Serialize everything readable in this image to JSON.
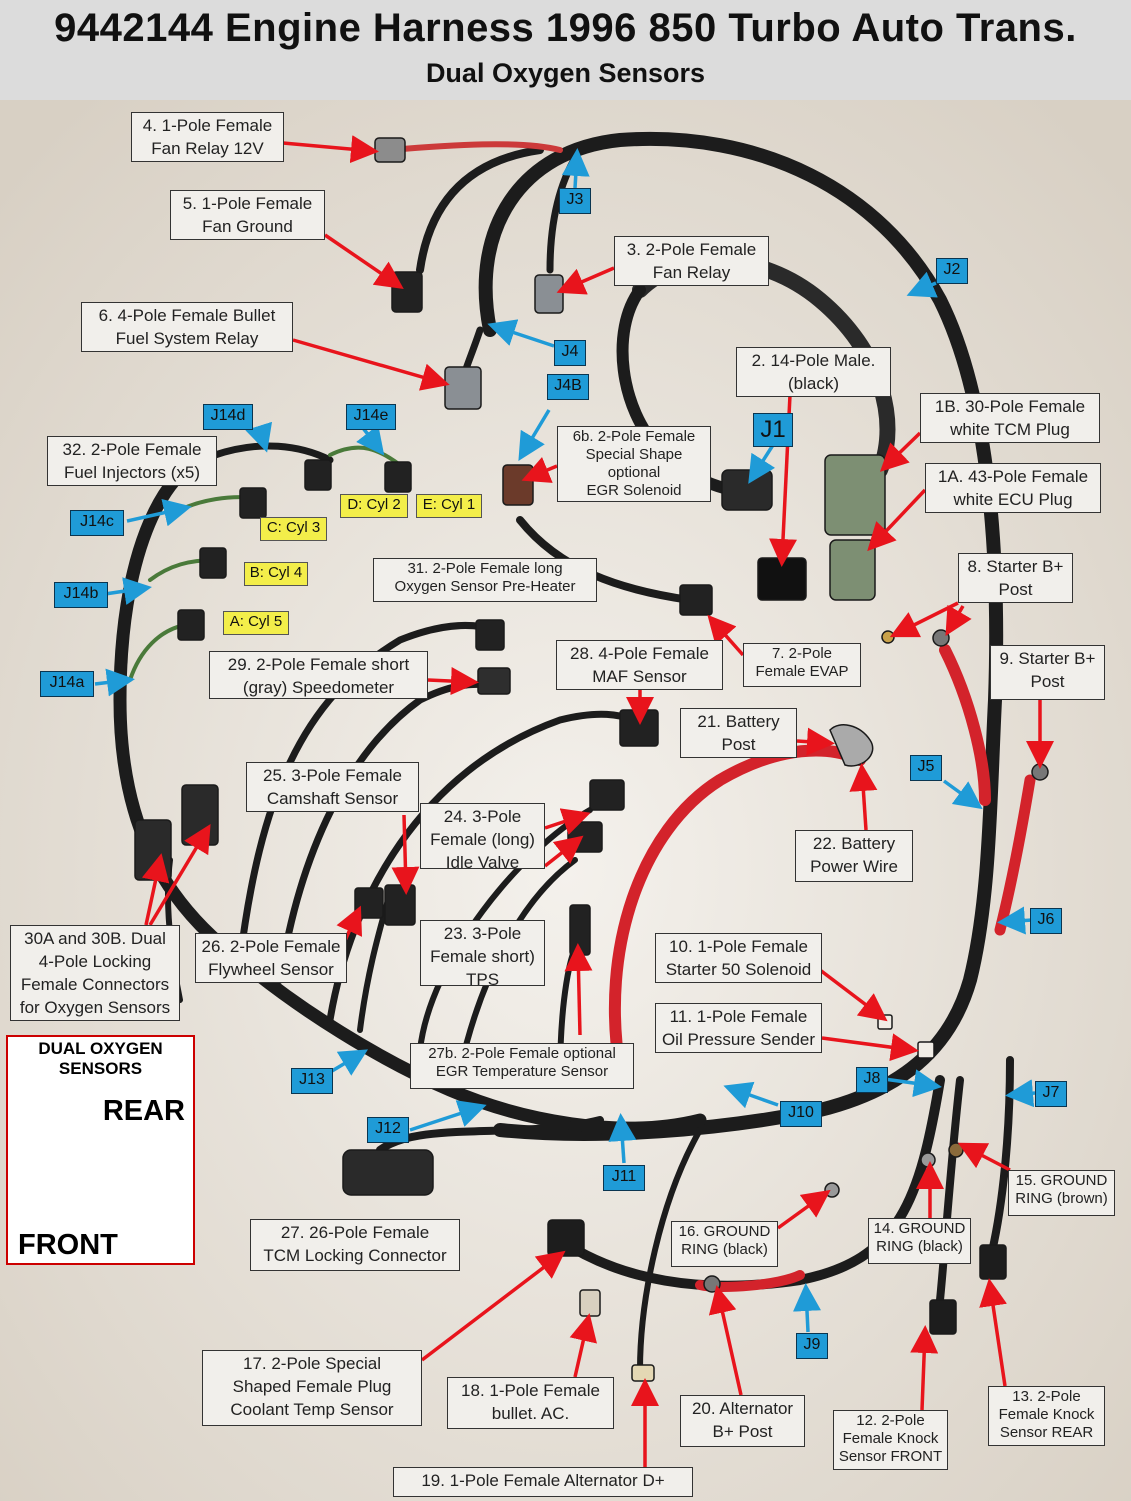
{
  "header": {
    "title": "9442144 Engine Harness 1996 850 Turbo Auto Trans.",
    "subtitle": "Dual Oxygen Sensors"
  },
  "colors": {
    "arrow": "#e8141c",
    "junction_tag": "#1f9bd7",
    "cylinder_tag": "#f3ee4a",
    "harness": "#1c1c1c"
  },
  "labels": [
    {
      "id": "4",
      "text": "4. 1-Pole Female\nFan Relay 12V"
    },
    {
      "id": "5",
      "text": "5. 1-Pole Female\nFan Ground"
    },
    {
      "id": "3",
      "text": "3. 2-Pole Female\nFan Relay"
    },
    {
      "id": "6",
      "text": "6. 4-Pole Female Bullet\nFuel System Relay"
    },
    {
      "id": "2",
      "text": "2. 14-Pole Male.\n(black)"
    },
    {
      "id": "1b",
      "text": "1B. 30-Pole Female\nwhite TCM Plug"
    },
    {
      "id": "1a",
      "text": "1A. 43-Pole Female\nwhite ECU Plug"
    },
    {
      "id": "6b",
      "text": "6b. 2-Pole Female\nSpecial Shape\noptional\nEGR Solenoid"
    },
    {
      "id": "32",
      "text": "32. 2-Pole Female\nFuel Injectors (x5)"
    },
    {
      "id": "31",
      "text": "31. 2-Pole Female long\nOxygen Sensor Pre-Heater"
    },
    {
      "id": "8",
      "text": "8. Starter B+\nPost"
    },
    {
      "id": "9",
      "text": "9. Starter B+\nPost"
    },
    {
      "id": "7",
      "text": "7. 2-Pole\nFemale EVAP"
    },
    {
      "id": "28",
      "text": "28. 4-Pole Female\nMAF Sensor"
    },
    {
      "id": "29",
      "text": "29. 2-Pole Female short\n(gray) Speedometer"
    },
    {
      "id": "21",
      "text": "21. Battery\nPost"
    },
    {
      "id": "25",
      "text": "25. 3-Pole Female\nCamshaft Sensor"
    },
    {
      "id": "24",
      "text": "24. 3-Pole\nFemale (long)\nIdle Valve"
    },
    {
      "id": "22",
      "text": "22. Battery\nPower Wire"
    },
    {
      "id": "30",
      "text": "30A and 30B. Dual\n4-Pole Locking\nFemale Connectors\nfor Oxygen Sensors"
    },
    {
      "id": "26",
      "text": "26. 2-Pole Female\nFlywheel Sensor"
    },
    {
      "id": "23",
      "text": "23. 3-Pole\nFemale short)\nTPS"
    },
    {
      "id": "10",
      "text": "10. 1-Pole Female\nStarter 50 Solenoid"
    },
    {
      "id": "11",
      "text": "11. 1-Pole Female\nOil Pressure Sender"
    },
    {
      "id": "27b",
      "text": "27b. 2-Pole Female optional\nEGR Temperature Sensor"
    },
    {
      "id": "15",
      "text": "15. GROUND\nRING (brown)"
    },
    {
      "id": "16",
      "text": "16. GROUND\nRING (black)"
    },
    {
      "id": "14",
      "text": "14. GROUND\nRING (black)"
    },
    {
      "id": "27",
      "text": "27. 26-Pole Female\nTCM Locking Connector"
    },
    {
      "id": "17",
      "text": "17. 2-Pole Special\nShaped Female Plug\nCoolant Temp Sensor"
    },
    {
      "id": "18",
      "text": "18. 1-Pole Female\nbullet. AC."
    },
    {
      "id": "20",
      "text": "20. Alternator\nB+ Post"
    },
    {
      "id": "12",
      "text": "12. 2-Pole\nFemale Knock\nSensor FRONT"
    },
    {
      "id": "13",
      "text": "13. 2-Pole\nFemale Knock\nSensor REAR"
    },
    {
      "id": "19",
      "text": "19. 1-Pole Female Alternator D+"
    }
  ],
  "junctions": [
    "J3",
    "J2",
    "J4",
    "J4B",
    "J1",
    "J14d",
    "J14e",
    "J14c",
    "J14b",
    "J14a",
    "J5",
    "J6",
    "J13",
    "J12",
    "J11",
    "J10",
    "J8",
    "J7",
    "J9"
  ],
  "cylinders": [
    "D: Cyl 2",
    "E: Cyl 1",
    "C: Cyl 3",
    "B: Cyl 4",
    "A: Cyl 5"
  ],
  "inset": {
    "title": "DUAL OXYGEN\nSENSORS",
    "rear": "REAR",
    "front": "FRONT"
  }
}
